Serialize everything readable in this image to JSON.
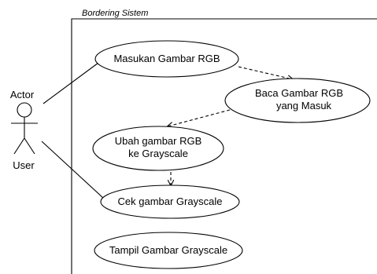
{
  "system": {
    "title": "Bordering Sistem"
  },
  "actor": {
    "stereotype": "Actor",
    "name": "User"
  },
  "use_cases": {
    "masukan": "Masukan Gambar RGB",
    "baca_line1": "Baca Gambar RGB",
    "baca_line2": "yang Masuk",
    "ubah_line1": "Ubah gambar RGB",
    "ubah_line2": "ke Grayscale",
    "cek": "Cek gambar Grayscale",
    "tampil": "Tampil Gambar Grayscale"
  }
}
